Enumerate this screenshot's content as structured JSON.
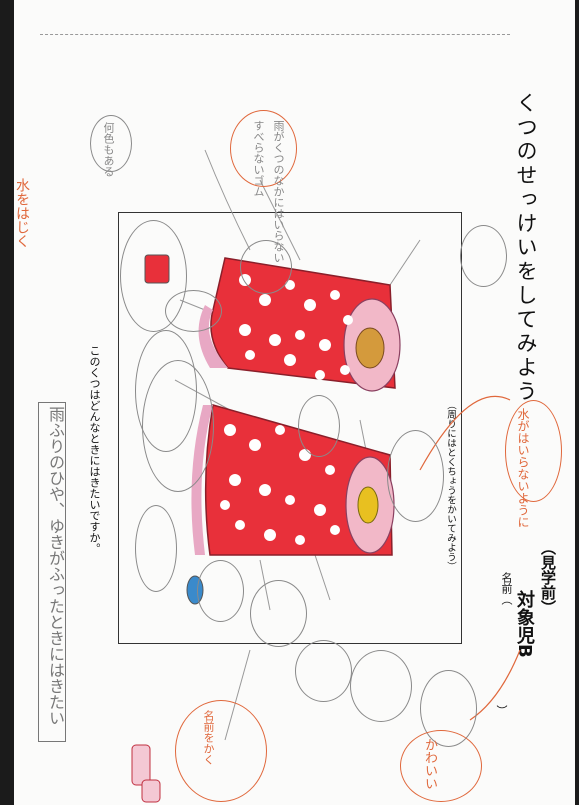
{
  "worksheet": {
    "title": "くつのせっけいをしてみよう",
    "phase": "（見学前）",
    "subject": "対象児B",
    "name_label": "名前（",
    "name_close": "）",
    "instruction": "（周りにはとくちょうをかいてみよう）",
    "question": "このくつはどんなときにはきたいですか。",
    "answer": "雨ふりのひや、ゆきがふったときにはきたい"
  },
  "drawing": {
    "boot_color": "#e8303a",
    "dot_color": "#ffffff",
    "rim_color": "#f2b8c8",
    "insole_color": "#d49a3c",
    "sole_color": "#e8a8c4"
  },
  "notes": {
    "n1": "すべらないゴム",
    "n2": "雨がくつのなかにはいらない",
    "n3": "何色もある",
    "n4": "水をはじく",
    "n5": "水がはいらないように",
    "n6": "名前をかく",
    "n7": "かわいい"
  },
  "colors": {
    "pencil_gray": "#888888",
    "crayon_orange": "#e0683c",
    "paper": "#fbfbfa"
  }
}
